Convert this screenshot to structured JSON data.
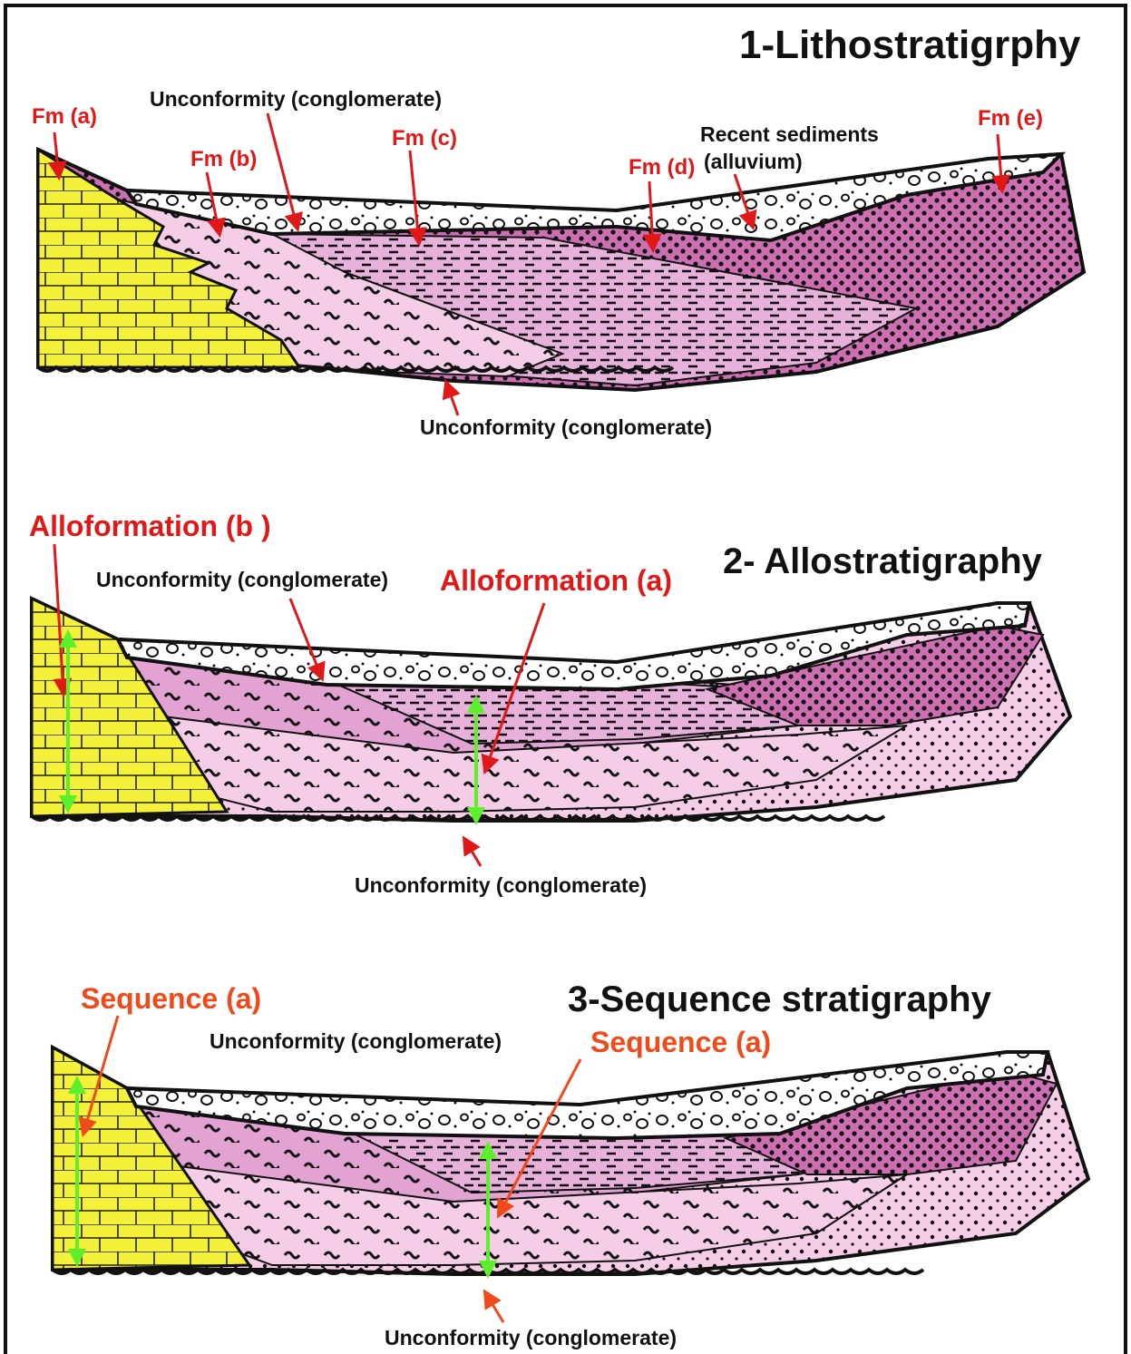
{
  "colors": {
    "limestone": "#f5f03a",
    "shale": "#d98fc8",
    "shale_light": "#f5cde6",
    "sand": "#cf6fb3",
    "fm_label_red": "#e01818",
    "seq_label_orange": "#f04a1a",
    "green_arrow": "#5cf02a",
    "outline": "#111111",
    "gravel_bg": "#ffffff"
  },
  "panels": [
    {
      "title": "1-Lithostratigrphy",
      "labels": {
        "fm_a": "Fm (a)",
        "fm_b": "Fm (b)",
        "fm_c": "Fm (c)",
        "fm_d": "Fm (d)",
        "fm_e": "Fm (e)",
        "unconformity_top": "Unconformity (conglomerate)",
        "recent_sediments": "Recent sediments",
        "alluvium": "(alluvium)",
        "unconformity_bottom": "Unconformity (conglomerate)"
      }
    },
    {
      "title": "2- Allostratigraphy",
      "labels": {
        "alloformation_b": "Alloformation  (b )",
        "alloformation_a": "Alloformation (a)",
        "unconformity_top": "Unconformity (conglomerate)",
        "unconformity_bottom": "Unconformity (conglomerate)"
      }
    },
    {
      "title": "3-Sequence stratigraphy",
      "labels": {
        "sequence_a_left": "Sequence (a)",
        "sequence_a_right": "Sequence (a)",
        "unconformity_top": "Unconformity (conglomerate)",
        "unconformity_bottom": "Unconformity (conglomerate)"
      }
    }
  ]
}
